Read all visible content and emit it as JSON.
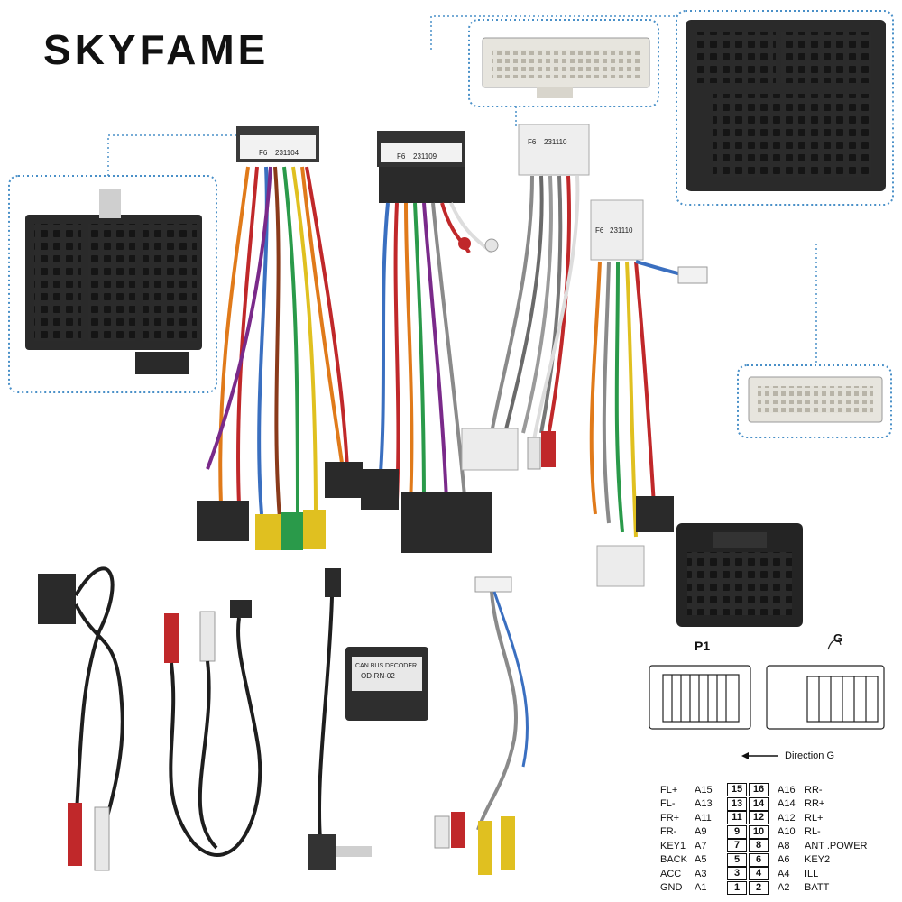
{
  "brand": {
    "name": "SKYFAME"
  },
  "tags": {
    "harness1": [
      "F6",
      "231104"
    ],
    "harness2": [
      "F6",
      "231109"
    ],
    "harness3": [
      "F6",
      "231110"
    ],
    "harness4": [
      "F6",
      "231110"
    ]
  },
  "decoder": {
    "line1": "CAN BUS DECODER",
    "line2": "OD-RN-02"
  },
  "diagram": {
    "p1_label": "P1",
    "g_label": "G",
    "direction_label": "Direction G"
  },
  "pinout": {
    "rows": [
      {
        "left_name": "FL+",
        "left_code": "A15",
        "pin_l": "15",
        "pin_r": "16",
        "right_code": "A16",
        "right_name": "RR-"
      },
      {
        "left_name": "FL-",
        "left_code": "A13",
        "pin_l": "13",
        "pin_r": "14",
        "right_code": "A14",
        "right_name": "RR+"
      },
      {
        "left_name": "FR+",
        "left_code": "A11",
        "pin_l": "11",
        "pin_r": "12",
        "right_code": "A12",
        "right_name": "RL+"
      },
      {
        "left_name": "FR-",
        "left_code": "A9",
        "pin_l": "9",
        "pin_r": "10",
        "right_code": "A10",
        "right_name": "RL-"
      },
      {
        "left_name": "KEY1",
        "left_code": "A7",
        "pin_l": "7",
        "pin_r": "8",
        "right_code": "A8",
        "right_name": "ANT .POWER"
      },
      {
        "left_name": "BACK",
        "left_code": "A5",
        "pin_l": "5",
        "pin_r": "6",
        "right_code": "A6",
        "right_name": "KEY2"
      },
      {
        "left_name": "ACC",
        "left_code": "A3",
        "pin_l": "3",
        "pin_r": "4",
        "right_code": "A4",
        "right_name": "ILL"
      },
      {
        "left_name": "GND",
        "left_code": "A1",
        "pin_l": "1",
        "pin_r": "2",
        "right_code": "A2",
        "right_name": "BATT"
      }
    ]
  },
  "colors": {
    "callout_border": "#4a90c8",
    "connector_black": "#2a2a2a",
    "connector_white": "#e8e6e0",
    "wire_orange": "#e07a1a",
    "wire_red": "#c0282a",
    "wire_gray": "#8a8a8a",
    "wire_blue": "#3a6fc0"
  }
}
